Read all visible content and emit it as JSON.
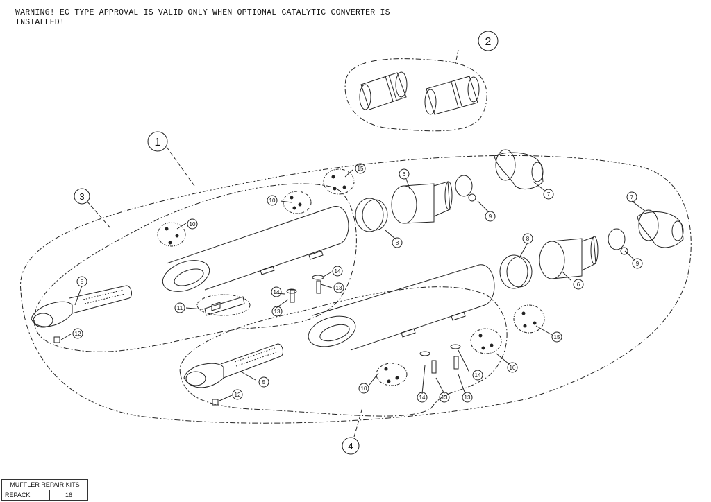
{
  "warning": "WARNING! EC TYPE APPROVAL IS VALID ONLY WHEN OPTIONAL CATALYTIC CONVERTER IS INSTALLED!",
  "callouts": {
    "c1": "1",
    "c2": "2",
    "c3": "3",
    "c4": "4",
    "p5a": "5",
    "p5b": "5",
    "p6a": "6",
    "p6b": "6",
    "p7a": "7",
    "p7b": "7",
    "p8a": "8",
    "p8b": "8",
    "p9a": "9",
    "p9b": "9",
    "p10a": "10",
    "p10b": "10",
    "p10c": "10",
    "p10d": "10",
    "p11": "11",
    "p12a": "12",
    "p12b": "12",
    "p13a": "13",
    "p13b": "13",
    "p13c": "13",
    "p13d": "13",
    "p14a": "14",
    "p14b": "14",
    "p14c": "14",
    "p14d": "14",
    "p15a": "15",
    "p15b": "15"
  },
  "table": {
    "header": "MUFFLER REPAIR KITS",
    "row_label": "REPACK",
    "row_value": "16"
  }
}
